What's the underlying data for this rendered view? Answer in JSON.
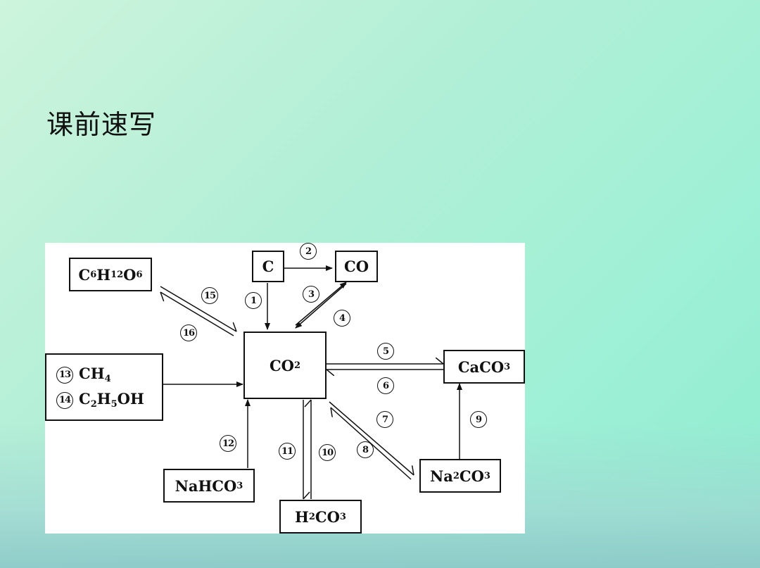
{
  "slide": {
    "title": "课前速写"
  },
  "diagram": {
    "nodes": {
      "c6h12o6": {
        "el": "C",
        "s1": "6",
        "el2": "H",
        "s2": "12",
        "el3": "O",
        "s3": "6"
      },
      "c": "C",
      "co": "CO",
      "co2": {
        "el": "CO",
        "s1": "2"
      },
      "caco3": {
        "el": "CaCO",
        "s1": "3"
      },
      "ch4": {
        "el": "CH",
        "s1": "4"
      },
      "c2h5oh": {
        "el": "C",
        "s1": "2",
        "el2": "H",
        "s2": "5",
        "el3": "OH"
      },
      "nahco3": {
        "el": "NaHCO",
        "s1": "3"
      },
      "h2co3": {
        "el": "H",
        "s1": "2",
        "el2": "CO",
        "s2": "3"
      },
      "na2co3": {
        "el": "Na",
        "s1": "2",
        "el2": "CO",
        "s2": "3"
      }
    },
    "numbers": {
      "n1": "1",
      "n2": "2",
      "n3": "3",
      "n4": "4",
      "n5": "5",
      "n6": "6",
      "n7": "7",
      "n8": "8",
      "n9": "9",
      "n10": "10",
      "n11": "11",
      "n12": "12",
      "n13": "13",
      "n14": "14",
      "n15": "15",
      "n16": "16"
    }
  }
}
